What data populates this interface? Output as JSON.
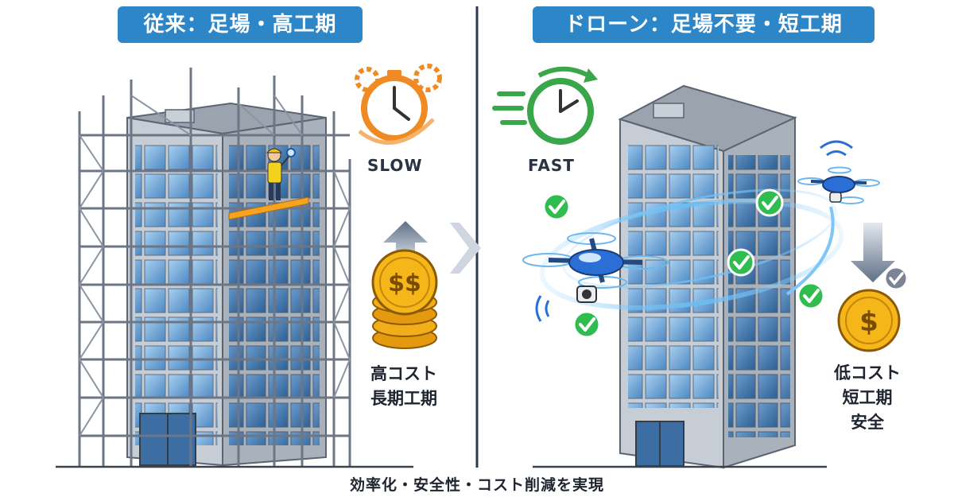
{
  "left_panel": {
    "title": "従来：足場・高工期",
    "speed_label": "SLOW",
    "notes": [
      "高コスト",
      "長期工期"
    ],
    "coin_text": "$$"
  },
  "right_panel": {
    "title": "ドローン：足場不要・短工期",
    "speed_label": "FAST",
    "notes": [
      "低コスト",
      "短工期",
      "安全"
    ],
    "coin_text": "$"
  },
  "footer": "効率化・安全性・コスト削減を実現",
  "colors": {
    "title_badge": "#2d86c8",
    "clock_slow": "#f08a24",
    "clock_fast": "#3aa64a",
    "coin": "#f5b619",
    "check": "#2ebd4e",
    "drone": "#2b6fd6",
    "glass": "#7fb4e0",
    "scaffold": "#7b8494"
  },
  "icons": {
    "slow": "stopwatch-with-gears-icon",
    "fast": "fast-clock-icon",
    "cost_up": "arrow-up-icon",
    "cost_down": "arrow-down-icon",
    "coins": "coin-stack-icon",
    "check": "check-badge-icon",
    "drone": "drone-icon",
    "divider": "chevron-right-icon"
  }
}
